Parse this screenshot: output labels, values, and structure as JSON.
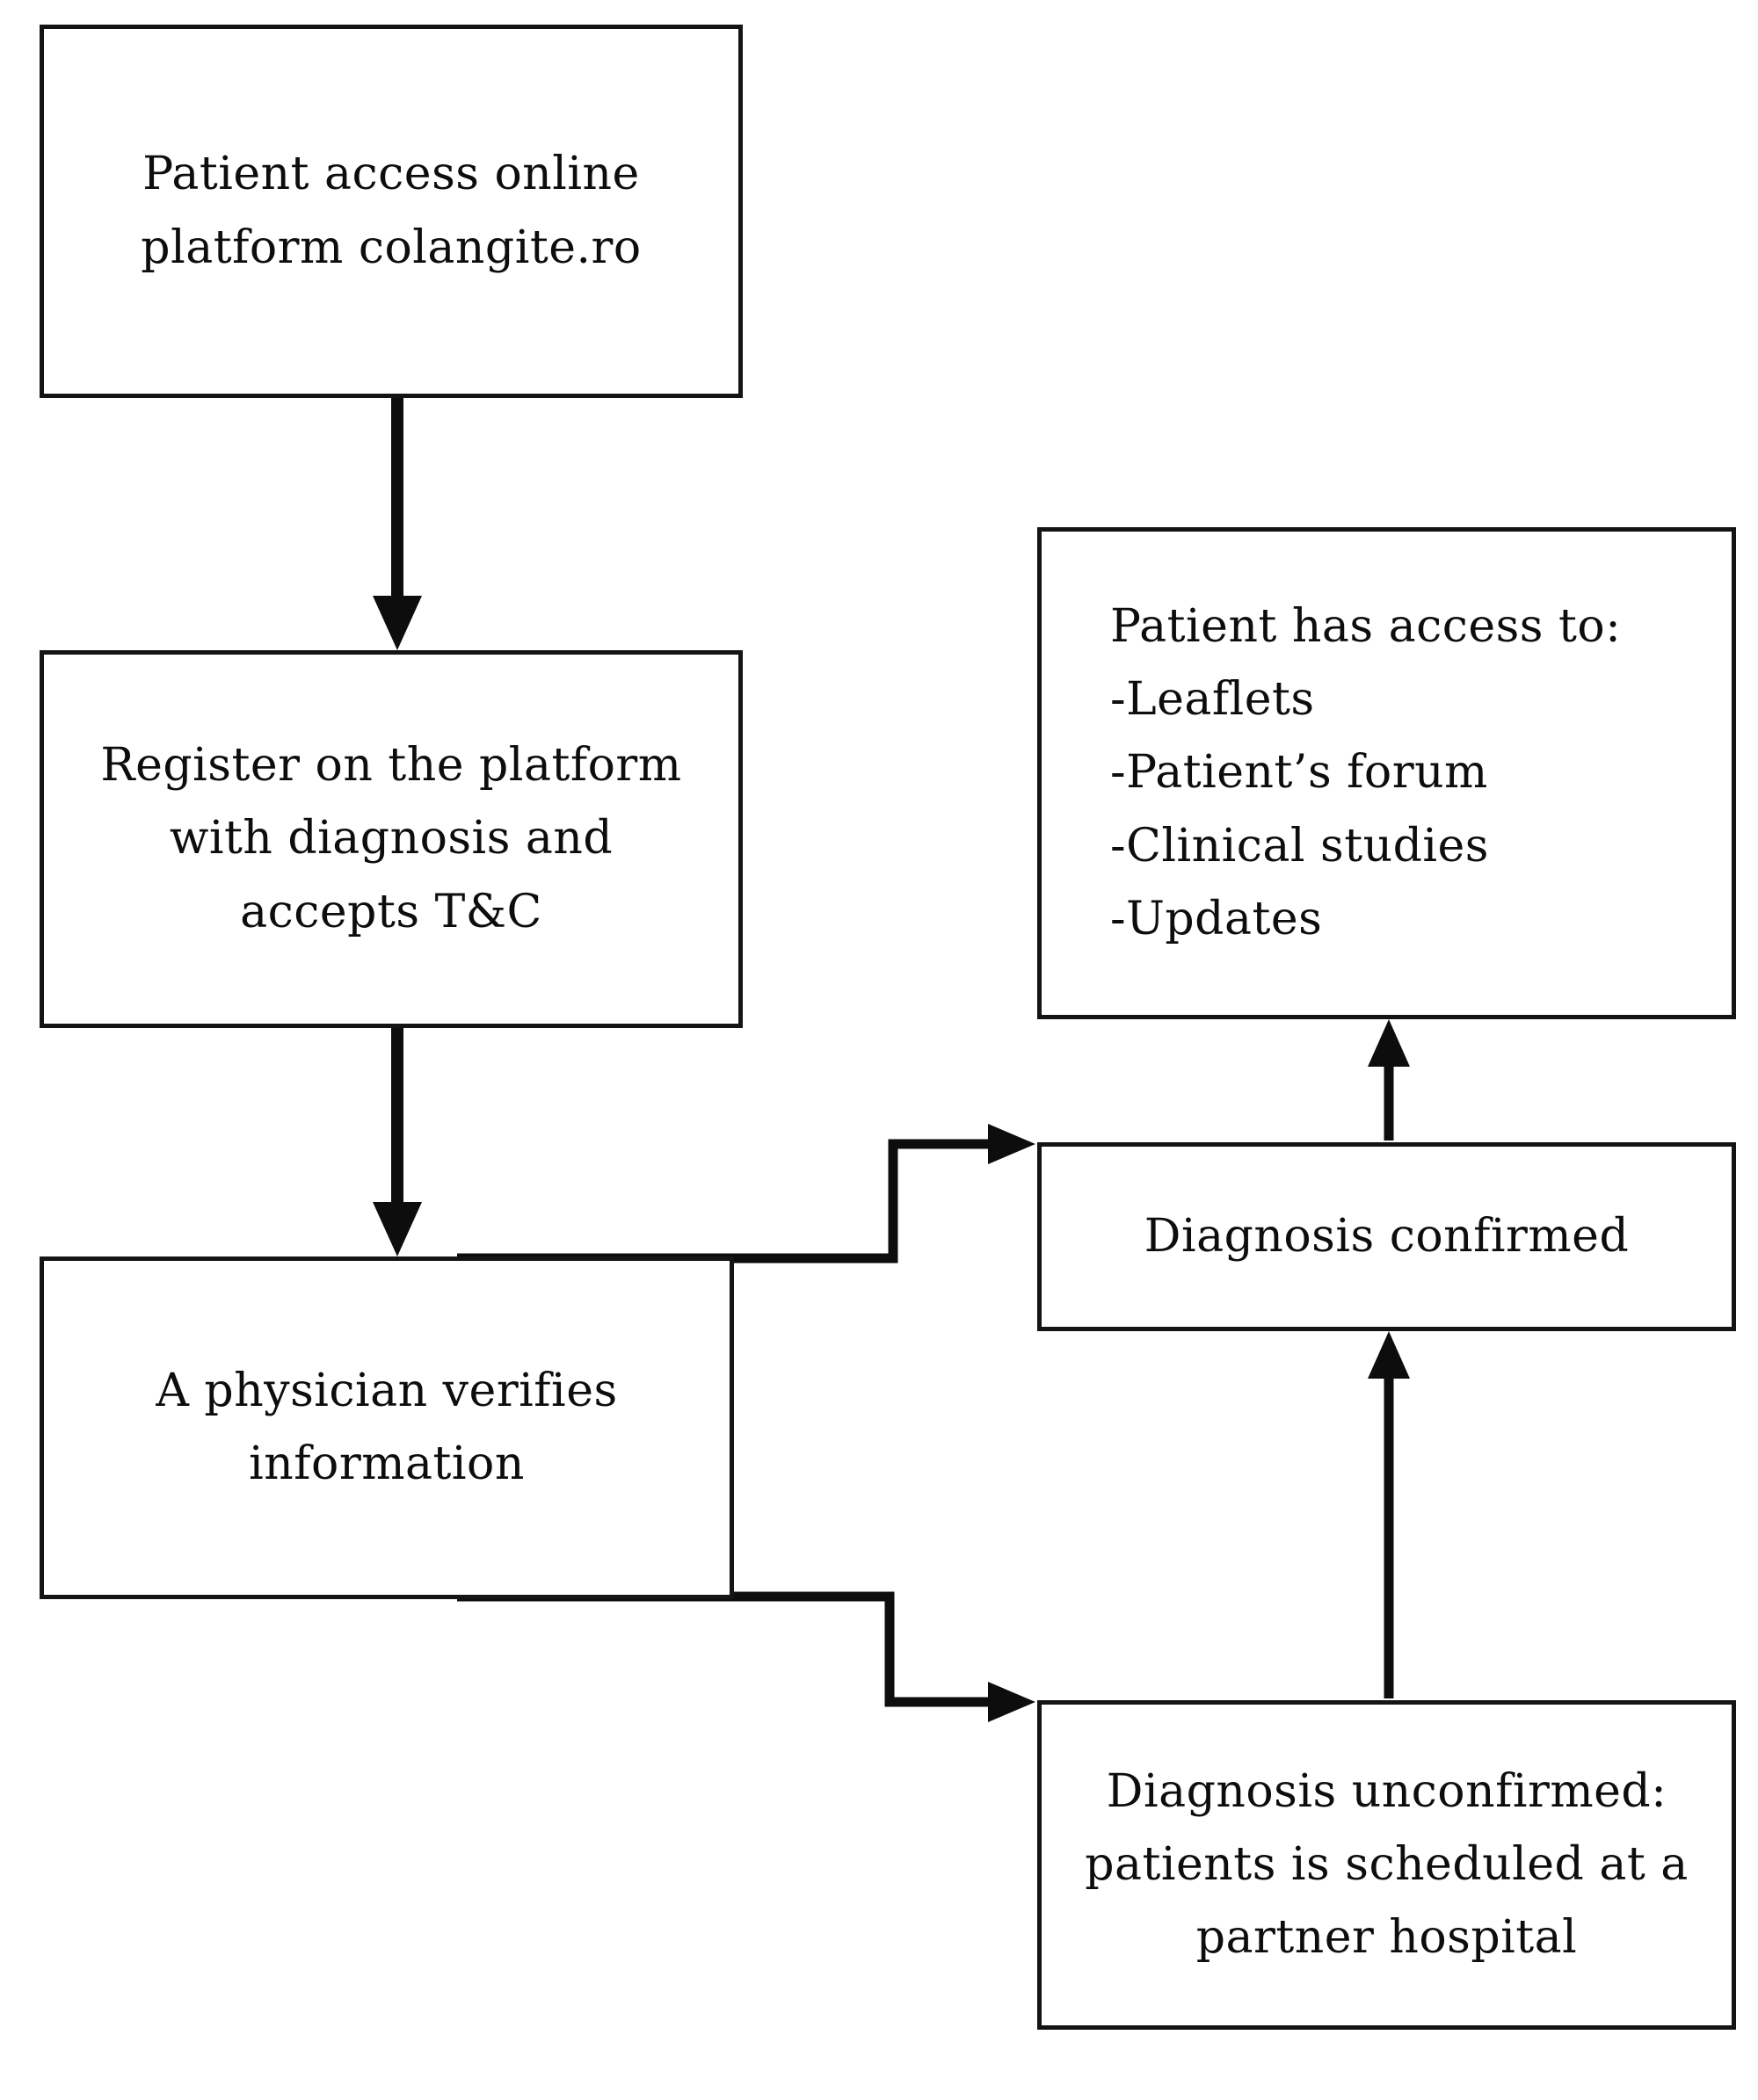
{
  "diagram": {
    "background_color": "#ffffff",
    "line_color": "#0d0d0d",
    "nodes": {
      "access_platform": {
        "lines": [
          "Patient access online",
          "platform colangite.ro"
        ]
      },
      "register": {
        "lines": [
          "Register on the platform",
          "with diagnosis and",
          "accepts T&C"
        ]
      },
      "physician_verifies": {
        "lines": [
          "A physician verifies",
          "information"
        ]
      },
      "patient_access": {
        "lines": [
          "Patient has access to:",
          "-Leaflets",
          "-Patient’s forum",
          "-Clinical studies",
          "-Updates"
        ]
      },
      "diagnosis_confirmed": {
        "lines": [
          "Diagnosis confirmed"
        ]
      },
      "diagnosis_unconfirmed": {
        "lines": [
          "Diagnosis unconfirmed:",
          "patients is scheduled at a",
          "partner hospital"
        ]
      }
    },
    "edges": [
      "access_platform -> register",
      "register -> physician_verifies",
      "physician_verifies -> diagnosis_confirmed",
      "physician_verifies -> diagnosis_unconfirmed",
      "diagnosis_unconfirmed -> diagnosis_confirmed",
      "diagnosis_confirmed -> patient_access"
    ]
  }
}
